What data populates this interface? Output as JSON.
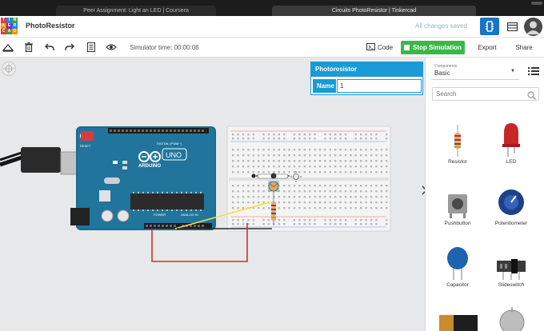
{
  "browser": {
    "tabs": [
      {
        "label": "Peer Assignment: Light an LED | Coursera",
        "active": false
      },
      {
        "label": "Circuits PhotoResistor | Tinkercad",
        "active": true
      }
    ]
  },
  "header": {
    "logo_letters": [
      "TIN",
      "KER",
      "CAD"
    ],
    "title": "PhotoResistor",
    "save_status": "All changes saved"
  },
  "toolbar": {
    "simulator_time": "Simulator time: 00:00:06",
    "code_label": "Code",
    "stop_label": "Stop Simulation",
    "export_label": "Export",
    "share_label": "Share"
  },
  "inspector": {
    "title": "Photoresistor",
    "name_label": "Name",
    "name_value": "1"
  },
  "board": {
    "reset_label": "RESET",
    "brand": "ARDUINO",
    "model": "UNO",
    "digital_label": "DIGITAL (PWM~)",
    "power_label": "POWER",
    "analog_label": "ANALOG IN"
  },
  "components": {
    "caption": "Components",
    "category": "Basic",
    "search_placeholder": "Search",
    "items": [
      {
        "name": "Resistor",
        "icon": "resistor-icon"
      },
      {
        "name": "LED",
        "icon": "led-icon"
      },
      {
        "name": "Pushbutton",
        "icon": "pushbutton-icon"
      },
      {
        "name": "Potentiometer",
        "icon": "potentiometer-icon"
      },
      {
        "name": "Capacitor",
        "icon": "capacitor-icon"
      },
      {
        "name": "Slideswitch",
        "icon": "slideswitch-icon"
      }
    ]
  },
  "colors": {
    "accent_blue": "#1a9ad6",
    "stop_green": "#3eb54a",
    "arduino_teal": "#00979c",
    "wire_red": "#d32f2f",
    "wire_yellow": "#f2e13a"
  }
}
